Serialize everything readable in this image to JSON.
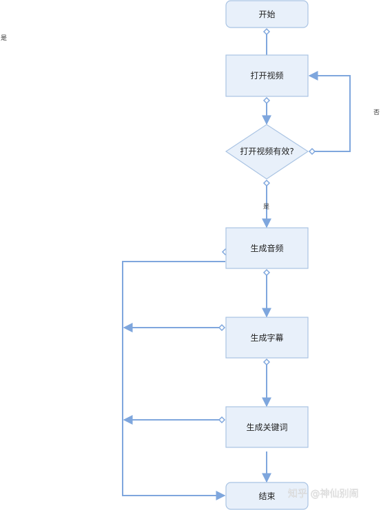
{
  "nodes": {
    "start": "开始",
    "open_video": "打开视频",
    "decision_valid": "打开视频有效?",
    "gen_audio": "生成音频",
    "gen_subtitle": "生成字幕",
    "gen_keywords": "生成关键词",
    "end": "结束"
  },
  "edge_labels": {
    "yes_main": "是",
    "no_loop": "否",
    "yes_corner": "是"
  },
  "watermark": "知乎 @神仙别闹",
  "colors": {
    "box_fill": "#e8f0fa",
    "box_border": "#a9c3e3",
    "line": "#7ea6dd",
    "background": "#ffffff"
  }
}
